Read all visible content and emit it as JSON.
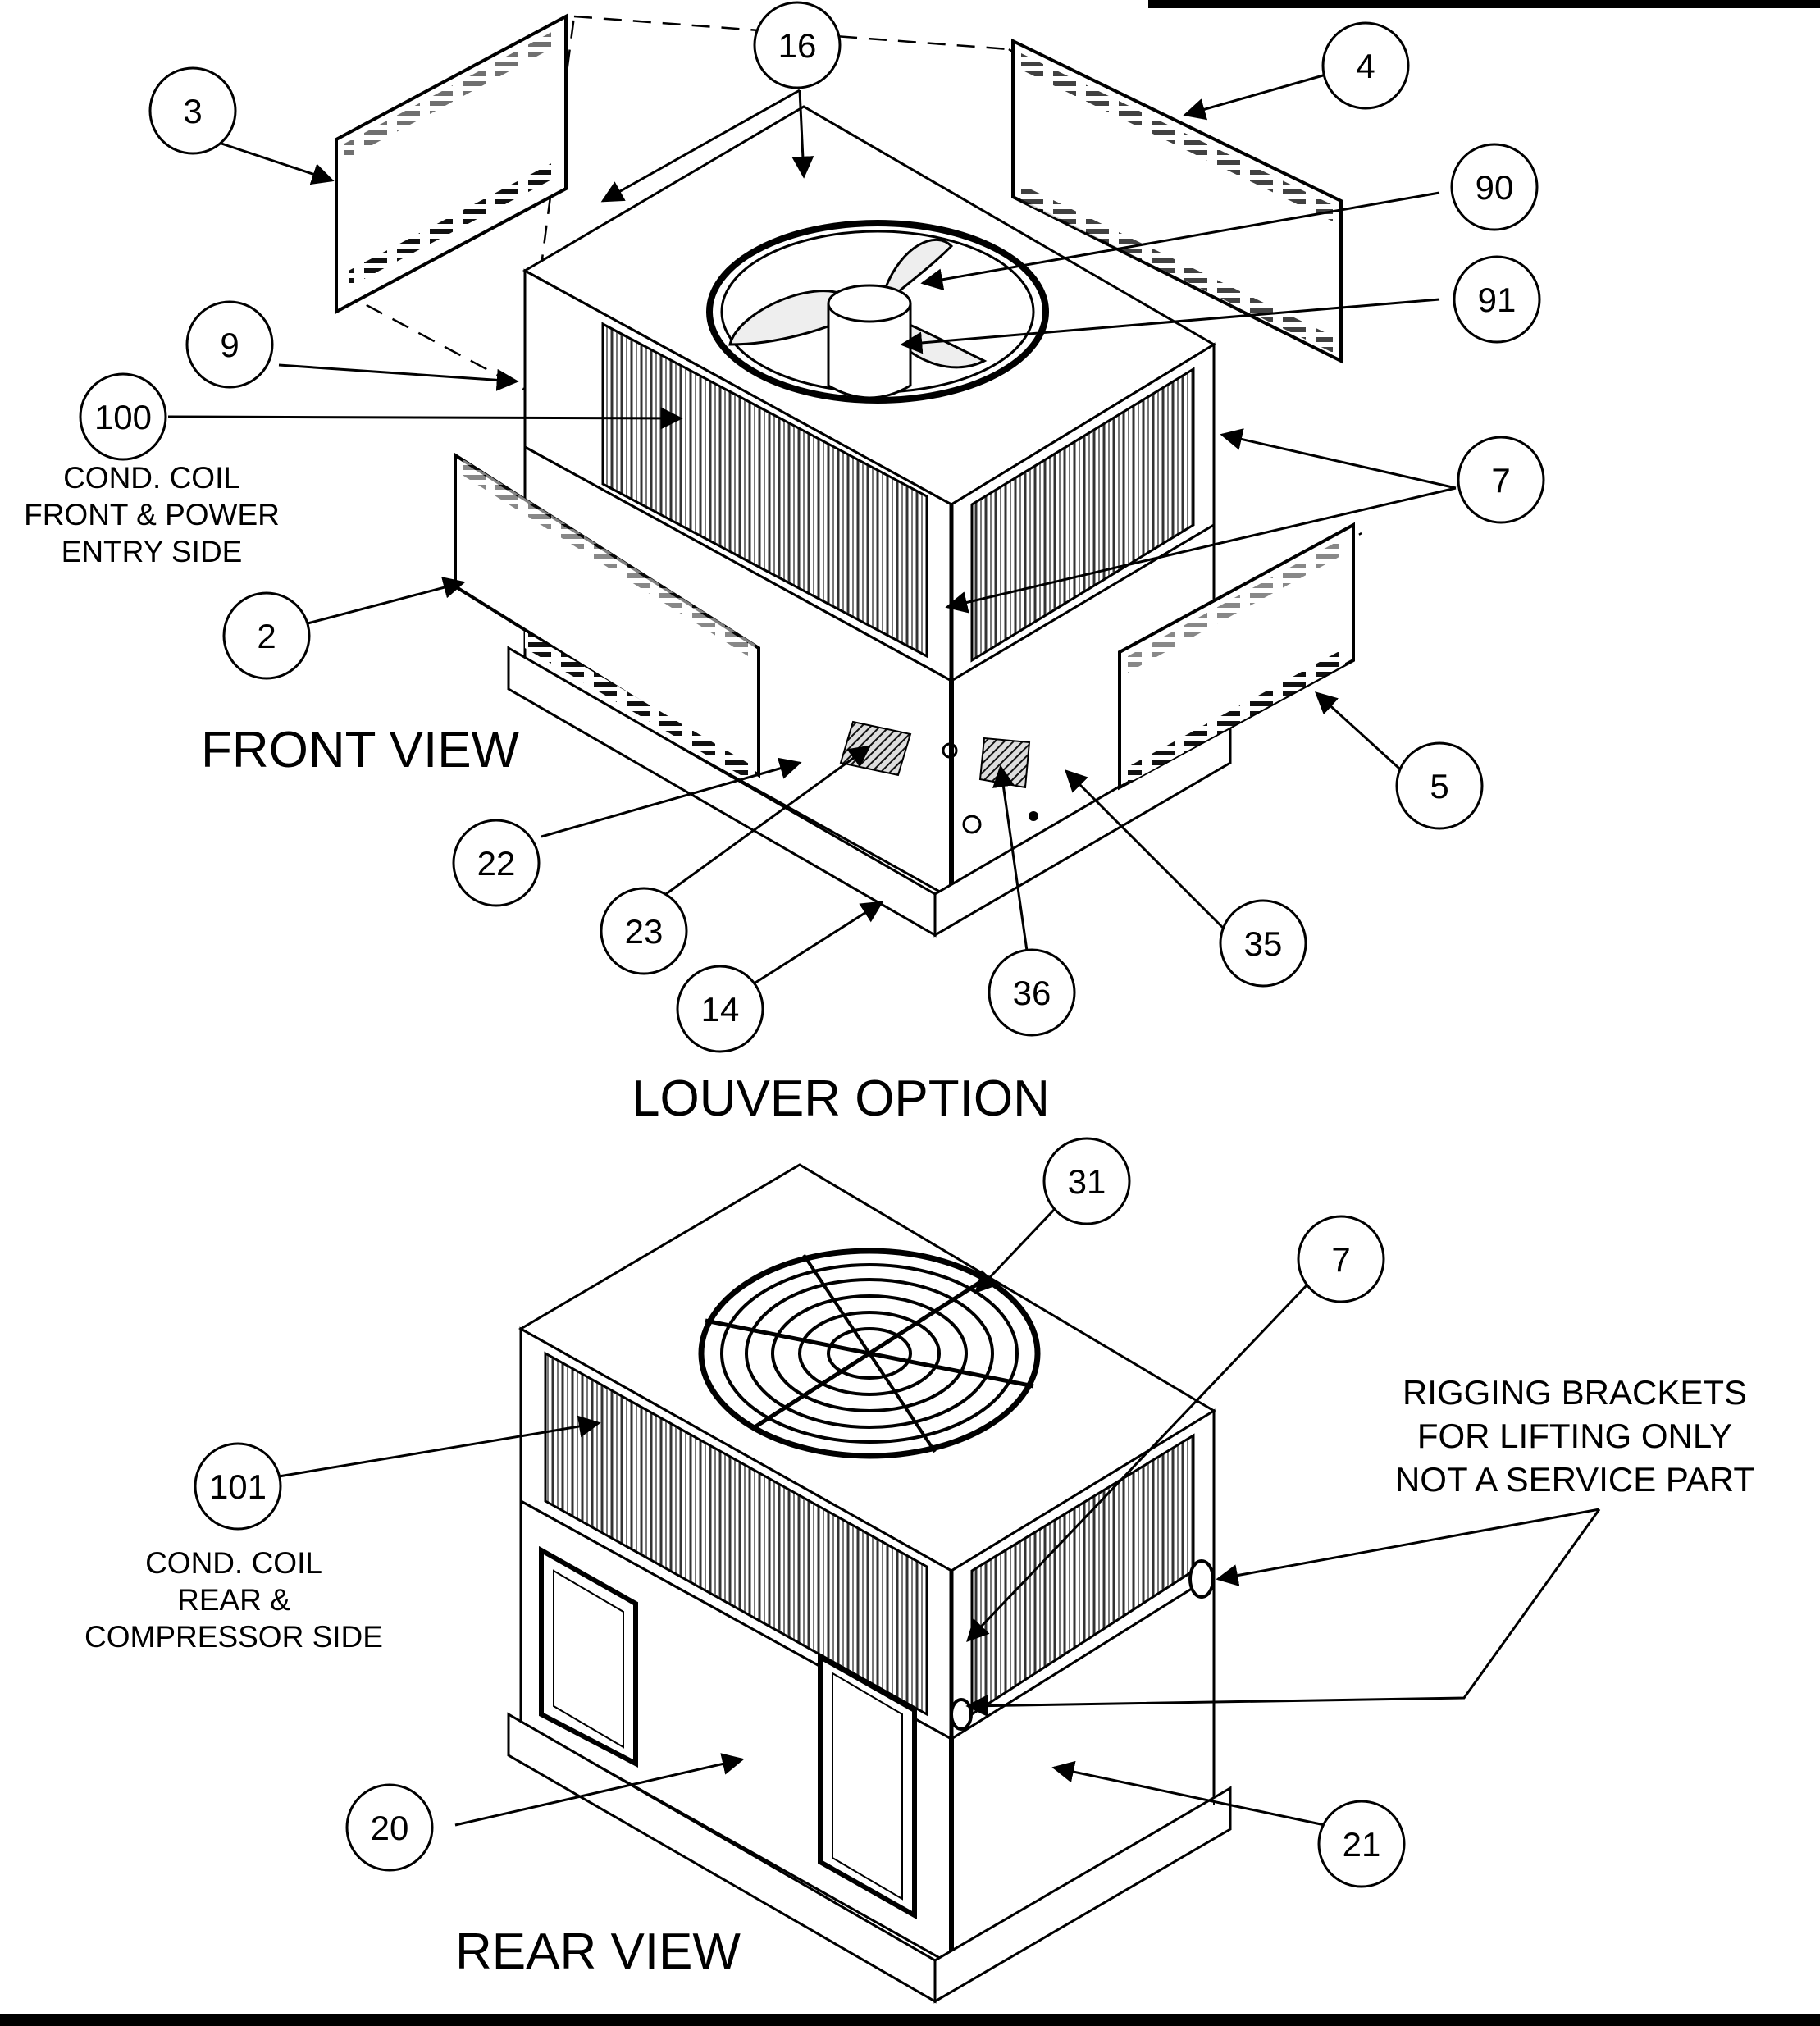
{
  "views": {
    "front": "FRONT VIEW",
    "louver": "LOUVER OPTION",
    "rear": "REAR VIEW"
  },
  "notes": {
    "coil_front": [
      "COND. COIL",
      "FRONT & POWER",
      "ENTRY SIDE"
    ],
    "coil_rear": [
      "COND. COIL",
      "REAR &",
      "COMPRESSOR SIDE"
    ],
    "rigging": [
      "RIGGING BRACKETS",
      "FOR LIFTING ONLY",
      "NOT A SERVICE PART"
    ]
  },
  "callouts": {
    "c3": "3",
    "c16": "16",
    "c4": "4",
    "c90": "90",
    "c91": "91",
    "c9": "9",
    "c100": "100",
    "c7a": "7",
    "c2": "2",
    "c5": "5",
    "c22": "22",
    "c23": "23",
    "c35": "35",
    "c14": "14",
    "c36": "36",
    "c31": "31",
    "c7b": "7",
    "c101": "101",
    "c20": "20",
    "c21": "21"
  }
}
